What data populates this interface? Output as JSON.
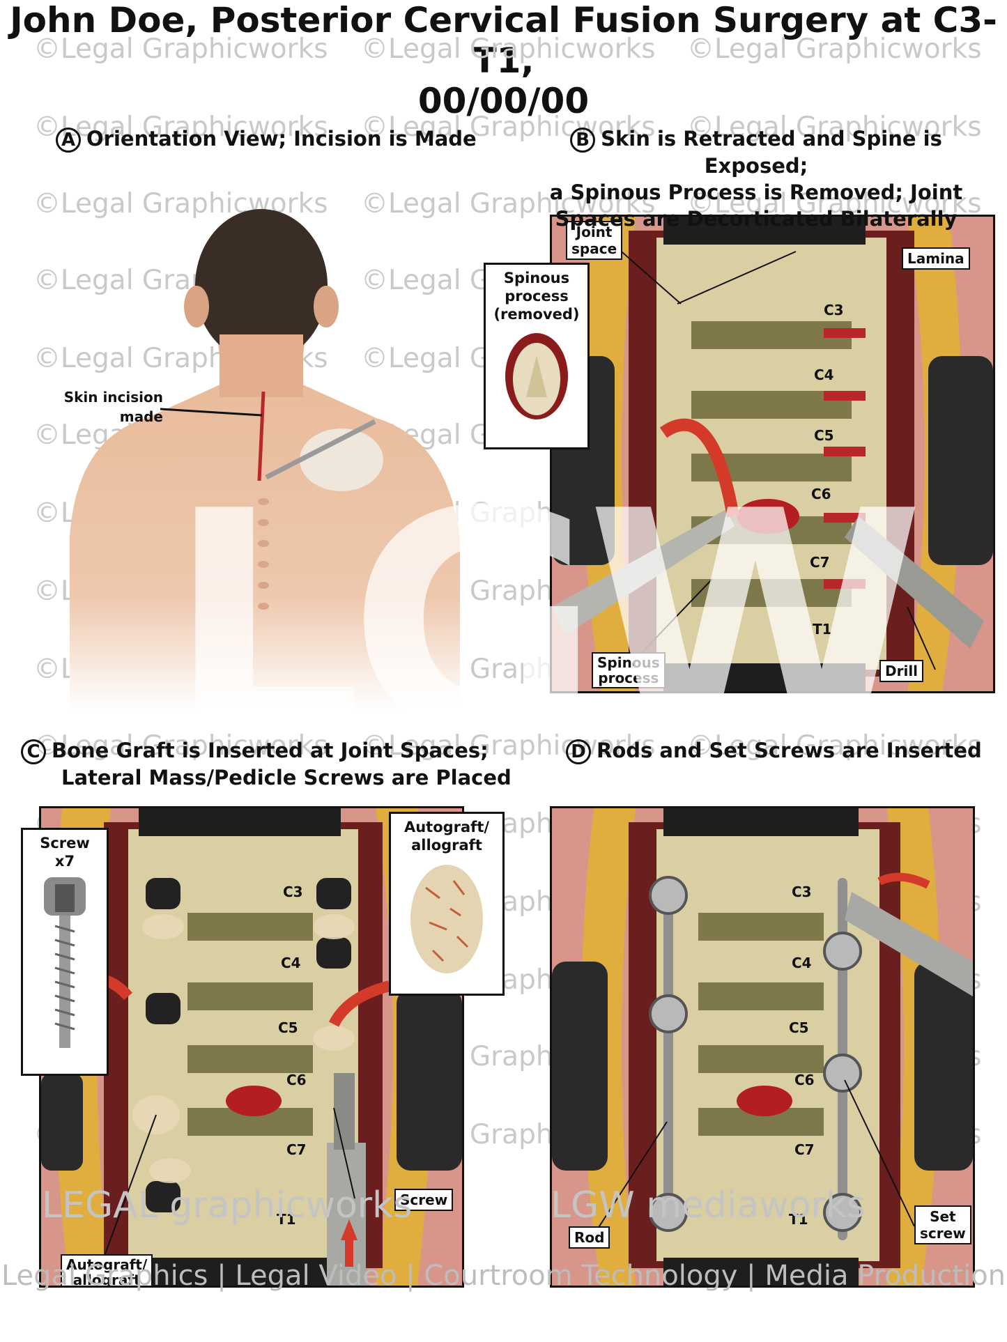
{
  "title": {
    "line1": "John Doe, Posterior Cervical Fusion Surgery at C3-T1,",
    "line2": "00/00/00"
  },
  "watermark": "©Legal Graphicworks",
  "panels": {
    "a": {
      "letter": "A",
      "heading": "Orientation View; Incision is Made",
      "labels": {
        "incision": "Skin incision\nmade"
      }
    },
    "b": {
      "letter": "B",
      "heading": [
        "Skin is Retracted and Spine is Exposed;",
        "a Spinous Process is Removed; Joint",
        "Spaces are Decorticated Bilaterally"
      ],
      "labels": {
        "joint_space": "Joint\nspace",
        "lamina": "Lamina",
        "spinous_removed": "Spinous\nprocess\n(removed)",
        "spinous": "Spinous\nprocess",
        "drill": "Drill"
      },
      "levels": [
        "C3",
        "C4",
        "C5",
        "C6",
        "C7",
        "T1"
      ]
    },
    "c": {
      "letter": "C",
      "heading": [
        "Bone Graft is Inserted at Joint Spaces;",
        "Lateral Mass/Pedicle Screws are Placed"
      ],
      "labels": {
        "screw_count": "Screw\nx7",
        "autograft_top": "Autograft/\nallograft",
        "screw": "Screw",
        "autograft_bottom": "Autograft/\nallograft"
      },
      "levels": [
        "C3",
        "C4",
        "C5",
        "C6",
        "C7",
        "T1"
      ]
    },
    "d": {
      "letter": "D",
      "heading": "Rods and Set Screws are Inserted",
      "labels": {
        "rod": "Rod",
        "set_screw": "Set\nscrew"
      },
      "levels": [
        "C3",
        "C4",
        "C5",
        "C6",
        "C7",
        "T1"
      ]
    }
  },
  "logo": "LGW",
  "brands": {
    "left": "LEGAL graphicworks",
    "right": "LGW mediaworks"
  },
  "footer": "Legal Graphics | Legal Video | Courtroom Technology | Media Production",
  "colors": {
    "tissue": "#c9736a",
    "bone": "#d9cfa3",
    "fat": "#e4b040",
    "retractor": "#2a2a2a",
    "arrow": "#d43a2a"
  }
}
